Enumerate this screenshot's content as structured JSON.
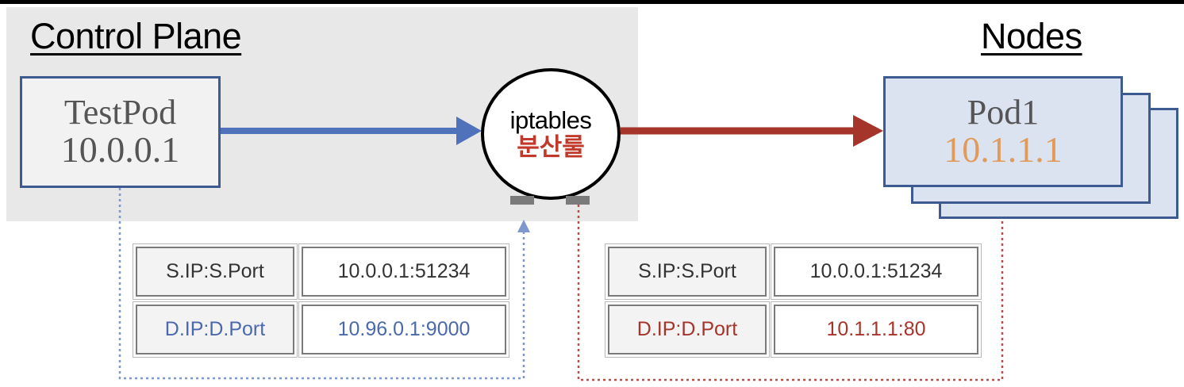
{
  "control_plane": {
    "title": "Control Plane"
  },
  "nodes": {
    "title": "Nodes"
  },
  "testpod": {
    "name": "TestPod",
    "ip": "10.0.0.1"
  },
  "iptables": {
    "label": "iptables",
    "sub_label": "분산룰"
  },
  "pod1": {
    "name": "Pod1",
    "ip": "10.1.1.1"
  },
  "packet_before": {
    "rows": [
      {
        "label": "S.IP:S.Port",
        "value": "10.0.0.1:51234"
      },
      {
        "label": "D.IP:D.Port",
        "value": "10.96.0.1:9000"
      }
    ]
  },
  "packet_after": {
    "rows": [
      {
        "label": "S.IP:S.Port",
        "value": "10.0.0.1:51234"
      },
      {
        "label": "D.IP:D.Port",
        "value": "10.1.1.1:80"
      }
    ]
  },
  "colors": {
    "blue_arrow": "#4f72bb",
    "red_arrow": "#a5342b",
    "pod_border": "#3d5b91",
    "pod1_ip": "#e09a5a",
    "control_plane_bg": "#e8e8e8"
  }
}
